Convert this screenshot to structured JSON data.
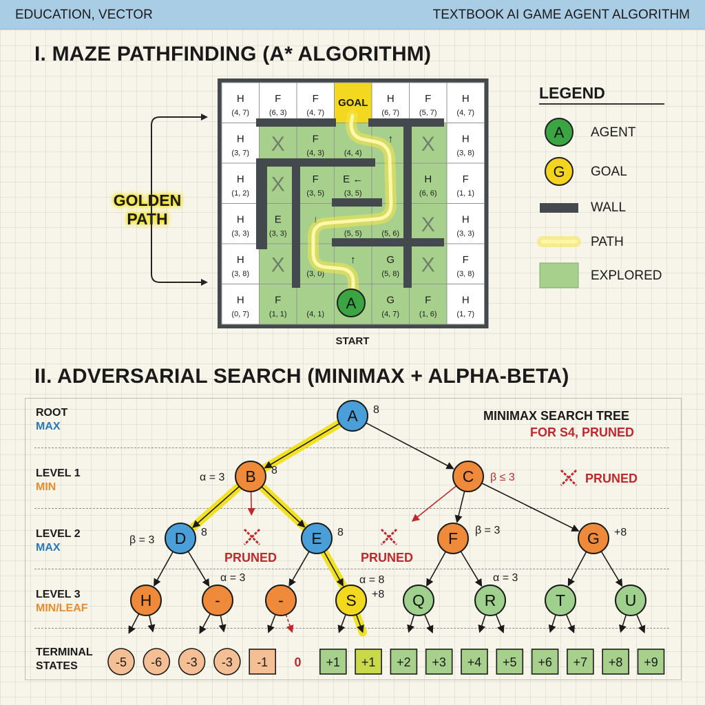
{
  "header": {
    "left": "EDUCATION, VECTOR",
    "right": "TEXTBOOK AI GAME AGENT ALGORITHM"
  },
  "section1": {
    "title": "I. MAZE PATHFINDING (A* ALGORITHM)"
  },
  "maze": {
    "cells": [
      [
        {
          "t": "H",
          "c": "(4, 7)",
          "f": "w"
        },
        {
          "t": "F",
          "c": "(6, 3)",
          "f": "w"
        },
        {
          "t": "F",
          "c": "(4, 7)",
          "f": "w"
        },
        {
          "t": "GOAL",
          "c": "",
          "f": "y"
        },
        {
          "t": "H",
          "c": "(6, 7)",
          "f": "w"
        },
        {
          "t": "F",
          "c": "(5, 7)",
          "f": "w"
        },
        {
          "t": "H",
          "c": "(4, 7)",
          "f": "w"
        }
      ],
      [
        {
          "t": "H",
          "c": "(3, 7)",
          "f": "w"
        },
        {
          "t": "X",
          "c": "",
          "f": "g"
        },
        {
          "t": "F",
          "c": "(4, 3)",
          "f": "g"
        },
        {
          "t": "",
          "c": "(4, 4)",
          "f": "g"
        },
        {
          "t": "↑",
          "c": "",
          "f": "g"
        },
        {
          "t": "X",
          "c": "",
          "f": "g"
        },
        {
          "t": "H",
          "c": "(3, 8)",
          "f": "w"
        }
      ],
      [
        {
          "t": "H",
          "c": "(1, 2)",
          "f": "w"
        },
        {
          "t": "X",
          "c": "",
          "f": "g"
        },
        {
          "t": "F",
          "c": "(3, 5)",
          "f": "g"
        },
        {
          "t": "E ←",
          "c": "(3, 5)",
          "f": "g"
        },
        {
          "t": "↑",
          "c": "",
          "f": "g"
        },
        {
          "t": "H",
          "c": "(6, 6)",
          "f": "g"
        },
        {
          "t": "F",
          "c": "(1, 1)",
          "f": "w"
        }
      ],
      [
        {
          "t": "H",
          "c": "(3, 3)",
          "f": "w"
        },
        {
          "t": "E",
          "c": "(3, 3)",
          "f": "g"
        },
        {
          "t": "↓",
          "c": "",
          "f": "g"
        },
        {
          "t": "",
          "c": "(5, 5)",
          "f": "g"
        },
        {
          "t": "",
          "c": "(5, 6)",
          "f": "g"
        },
        {
          "t": "X",
          "c": "",
          "f": "g"
        },
        {
          "t": "H",
          "c": "(3, 3)",
          "f": "w"
        }
      ],
      [
        {
          "t": "H",
          "c": "(3, 8)",
          "f": "w"
        },
        {
          "t": "X",
          "c": "",
          "f": "g"
        },
        {
          "t": "",
          "c": "(3, 0)",
          "f": "g"
        },
        {
          "t": "↑",
          "c": "",
          "f": "g"
        },
        {
          "t": "G",
          "c": "(5, 8)",
          "f": "g"
        },
        {
          "t": "X",
          "c": "",
          "f": "g"
        },
        {
          "t": "F",
          "c": "(3, 8)",
          "f": "w"
        }
      ],
      [
        {
          "t": "H",
          "c": "(0, 7)",
          "f": "w"
        },
        {
          "t": "F",
          "c": "(1, 1)",
          "f": "g"
        },
        {
          "t": "",
          "c": "(4, 1)",
          "f": "g"
        },
        {
          "t": "",
          "c": "",
          "f": "g"
        },
        {
          "t": "G",
          "c": "(4, 7)",
          "f": "g"
        },
        {
          "t": "F",
          "c": "(1, 6)",
          "f": "g"
        },
        {
          "t": "H",
          "c": "(1, 7)",
          "f": "w"
        }
      ]
    ],
    "agent": "A",
    "golden_path_label": [
      "GOLDEN",
      "PATH"
    ],
    "start_label": "START"
  },
  "legend": {
    "title": "LEGEND",
    "items": [
      {
        "symbol": "A",
        "label": "AGENT",
        "color": "#3aa542"
      },
      {
        "symbol": "G",
        "label": "GOAL",
        "color": "#f4d41f"
      },
      {
        "symbol": "",
        "label": "WALL",
        "color": "#44494d"
      },
      {
        "symbol": "",
        "label": "PATH",
        "color": "#f2dd00"
      },
      {
        "symbol": "",
        "label": "EXPLORED",
        "color": "#a8d08d"
      }
    ]
  },
  "section2": {
    "title": "II. ADVERSARIAL SEARCH (MINIMAX + ALPHA-BETA)"
  },
  "tree": {
    "row_labels": [
      {
        "main": "ROOT",
        "sub": "MAX",
        "color": "#2a78bd"
      },
      {
        "main": "LEVEL 1",
        "sub": "MIN",
        "color": "#e98b2c"
      },
      {
        "main": "LEVEL 2",
        "sub": "MAX",
        "color": "#2a78bd"
      },
      {
        "main": "LEVEL 3",
        "sub": "MIN/LEAF",
        "color": "#e98b2c"
      },
      {
        "main": "TERMINAL",
        "sub": "STATES",
        "color": "#1a1a1a"
      }
    ],
    "title_lines": [
      "MINIMAX SEARCH TREE",
      "FOR S4, PRUNED"
    ],
    "pruned_label": "PRUNED",
    "colors": {
      "max": "#4a9fd8",
      "min": "#ef8a3a",
      "leaf": "#9fd08e",
      "golden": "#f2d81e",
      "edge_highlight": "#f2dd00",
      "prune": "#c0282c"
    },
    "nodes": [
      {
        "id": "A",
        "label": "A",
        "kind": "max",
        "value": "8"
      },
      {
        "id": "B",
        "label": "B",
        "kind": "min",
        "value": "8",
        "bound": "α = 3"
      },
      {
        "id": "C",
        "label": "C",
        "kind": "min",
        "value": "",
        "bound": "β ≤ 3"
      },
      {
        "id": "D",
        "label": "D",
        "kind": "max",
        "value": "8",
        "bound": "β = 3"
      },
      {
        "id": "E",
        "label": "E",
        "kind": "max",
        "value": "8"
      },
      {
        "id": "F",
        "label": "F",
        "kind": "min",
        "value": "",
        "bound": "β = 3"
      },
      {
        "id": "G",
        "label": "G",
        "kind": "min",
        "value": "+8"
      },
      {
        "id": "H",
        "label": "H",
        "kind": "min",
        "value": ""
      },
      {
        "id": "I",
        "label": "-",
        "kind": "min",
        "value": "",
        "bound": "α = 3"
      },
      {
        "id": "J",
        "label": "-",
        "kind": "min",
        "value": ""
      },
      {
        "id": "S",
        "label": "S",
        "kind": "golden",
        "value": "+8",
        "bound": "α = 8"
      },
      {
        "id": "Q",
        "label": "Q",
        "kind": "leaf",
        "value": ""
      },
      {
        "id": "R",
        "label": "R",
        "kind": "leaf",
        "value": "",
        "bound": "α = 3"
      },
      {
        "id": "T",
        "label": "T",
        "kind": "leaf",
        "value": ""
      },
      {
        "id": "U",
        "label": "U",
        "kind": "leaf",
        "value": ""
      }
    ],
    "terminals": [
      {
        "v": "-5",
        "shape": "circle",
        "fill": "#f5bf95",
        "parent": "H"
      },
      {
        "v": "-6",
        "shape": "circle",
        "fill": "#f5bf95",
        "parent": "H"
      },
      {
        "v": "-3",
        "shape": "circle",
        "fill": "#f5bf95",
        "parent": "I"
      },
      {
        "v": "-3",
        "shape": "circle",
        "fill": "#f5bf95",
        "parent": "I"
      },
      {
        "v": "-1",
        "shape": "square",
        "fill": "#f5bf95",
        "parent": "J"
      },
      {
        "v": "0",
        "shape": "text",
        "fill": "",
        "parent": "J"
      },
      {
        "v": "+1",
        "shape": "square",
        "fill": "#a8d08d",
        "parent": "S"
      },
      {
        "v": "+1",
        "shape": "square",
        "fill": "#c9d94a",
        "parent": "S"
      },
      {
        "v": "+2",
        "shape": "square",
        "fill": "#a8d08d",
        "parent": "Q"
      },
      {
        "v": "+3",
        "shape": "square",
        "fill": "#a8d08d",
        "parent": "Q"
      },
      {
        "v": "+4",
        "shape": "square",
        "fill": "#a8d08d",
        "parent": "R"
      },
      {
        "v": "+5",
        "shape": "square",
        "fill": "#a8d08d",
        "parent": "R"
      },
      {
        "v": "+6",
        "shape": "square",
        "fill": "#a8d08d",
        "parent": "T"
      },
      {
        "v": "+7",
        "shape": "square",
        "fill": "#a8d08d",
        "parent": "T"
      },
      {
        "v": "+8",
        "shape": "square",
        "fill": "#a8d08d",
        "parent": "U"
      },
      {
        "v": "+9",
        "shape": "square",
        "fill": "#a8d08d",
        "parent": "U"
      }
    ]
  }
}
